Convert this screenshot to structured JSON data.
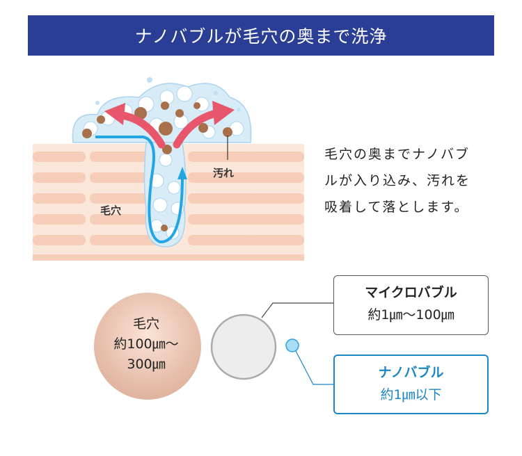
{
  "title": "ナノバブルが毛穴の奥まで洗浄",
  "illustration": {
    "pore_label": "毛穴",
    "dirt_label": "汚れ"
  },
  "description": [
    "毛穴の奥までナノバブ",
    "ルが入り込み、汚れを",
    "吸着して落とします。"
  ],
  "comparison": {
    "pore": {
      "name": "毛穴",
      "size_line1": "約100㎛〜",
      "size_line2": "300㎛"
    },
    "micro": {
      "name": "マイクロバブル",
      "size": "約1㎛〜100㎛"
    },
    "nano": {
      "name": "ナノバブル",
      "size": "約1㎛以下"
    }
  },
  "colors": {
    "banner": "#2b3e95",
    "nano": "#1a86c6",
    "skin": "#f7d5c3",
    "dirt": "#a8704a",
    "arrow": "#e8566b"
  }
}
